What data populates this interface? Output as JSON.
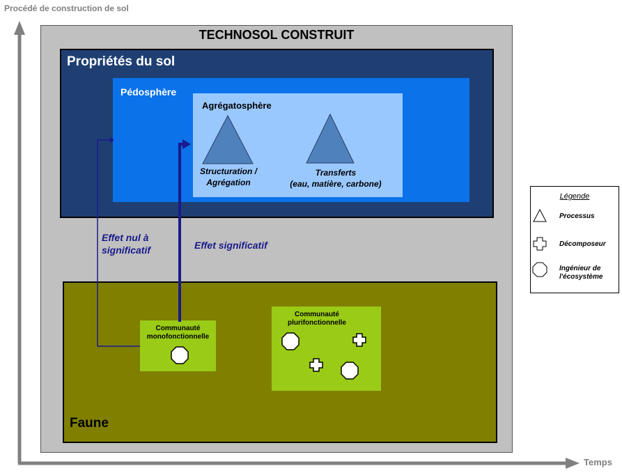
{
  "axes": {
    "y_label": "Procédé de construction de sol",
    "x_label": "Temps"
  },
  "title": "TECHNOSOL CONSTRUIT",
  "soil_properties": {
    "title": "Propriétés du sol",
    "pedosphere": {
      "title": "Pédosphère",
      "aggregatosphere": {
        "title": "Agrégatosphère",
        "processes": [
          {
            "line1": "Structuration /",
            "line2": "Agrégation"
          },
          {
            "line1": "Transferts",
            "line2": "(eau, matière, carbone)"
          }
        ]
      }
    }
  },
  "effects": {
    "weak_line1": "Effet nul à",
    "weak_line2": "significatif",
    "strong": "Effet significatif"
  },
  "fauna": {
    "title": "Faune",
    "mono": {
      "line1": "Communauté",
      "line2": "monofonctionnelle"
    },
    "pluri": {
      "line1": "Communauté",
      "line2": "plurifonctionnelle"
    }
  },
  "legend": {
    "title": "Légende",
    "process": "Processus",
    "decomposer": "Décomposeur",
    "engineer_line1": "Ingénieur de",
    "engineer_line2": "l'écosystème"
  },
  "colors": {
    "axis": "#808080",
    "soil_properties": "#1f3f73",
    "pedosphere": "#0b72ea",
    "aggregatosphere": "#99c8ff",
    "process_triangle": "#4f81bd",
    "fauna": "#807f00",
    "community": "#9acb16",
    "arrow": "#1a1a8c"
  }
}
